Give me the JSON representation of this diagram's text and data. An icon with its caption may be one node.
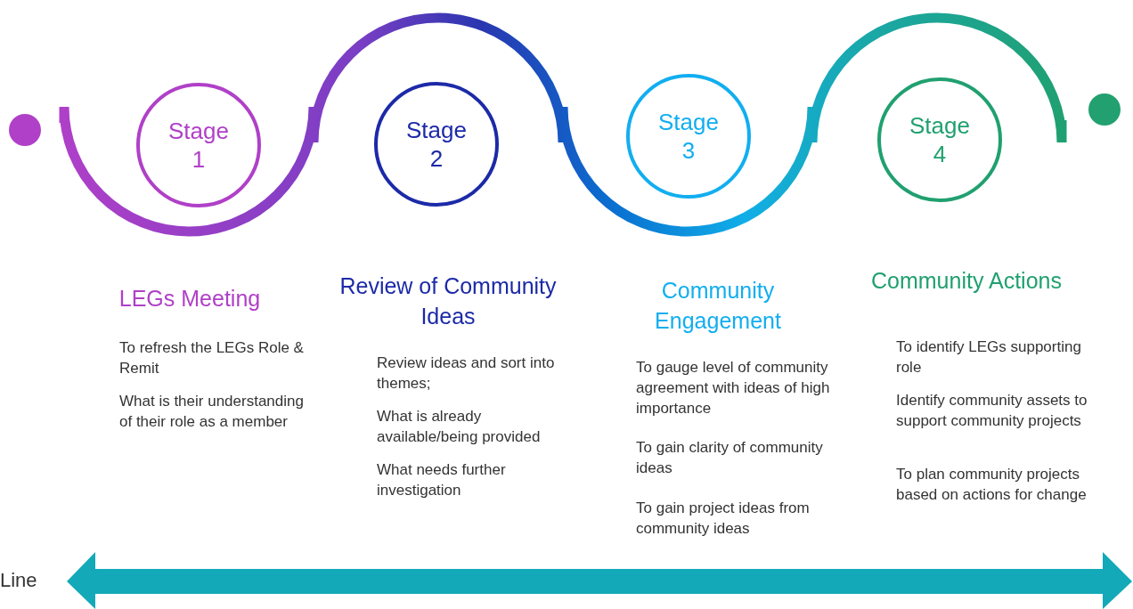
{
  "diagram": {
    "nodes": [
      {
        "text": [
          "Stage 1"
        ]
      },
      {
        "text": [
          "Stage 2"
        ]
      },
      {
        "text": [
          "Stage 3"
        ]
      },
      {
        "text": [
          "Stage 4"
        ]
      }
    ],
    "labels": [
      "LEGs Meeting",
      "To refresh the LEGs Role & Remit",
      "What is their understanding of their role as a member",
      "Review of Community Ideas",
      "Review ideas and sort into themes;",
      "What is already available/being provided",
      "What needs further investigation",
      "Community Engagement",
      "To gauge level of community agreement with ideas of high importance",
      "To gain clarity of community ideas",
      "To gain project ideas from community ideas",
      "Community Actions",
      "To identify LEGs supporting role",
      "Identify community assets to support community projects",
      "To plan community projects based on actions for change",
      "Line"
    ]
  }
}
